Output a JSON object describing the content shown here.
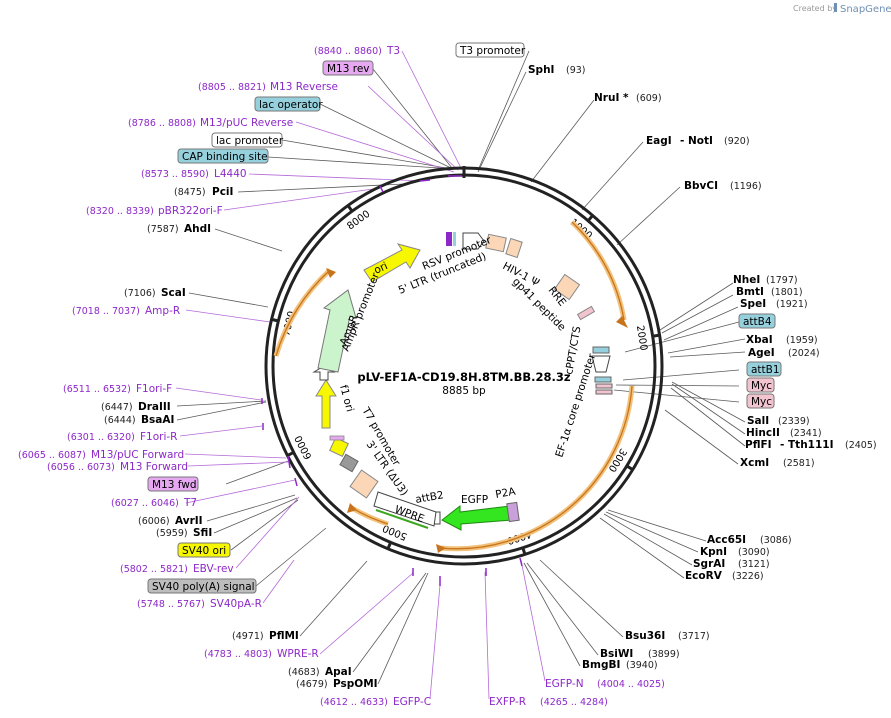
{
  "branding": {
    "created_by": "Created by",
    "product": "SnapGene"
  },
  "plasmid": {
    "name": "pLV-EF1A-CD19.8H.8TM.BB.28.3z",
    "length_label": "8885 bp"
  },
  "ticks": [
    "1000",
    "2000",
    "3000",
    "4000",
    "5000",
    "6000",
    "7000",
    "8000"
  ],
  "enzymes_right": [
    {
      "name": "SphI",
      "pos": "(93)"
    },
    {
      "name": "NruI *",
      "pos": "(609)"
    },
    {
      "name": "EagI",
      "extra": "- NotI",
      "pos": "(920)"
    },
    {
      "name": "BbvCI",
      "pos": "(1196)"
    },
    {
      "name": "NheI",
      "pos": "(1797)"
    },
    {
      "name": "BmtI",
      "pos": "(1801)"
    },
    {
      "name": "SpeI",
      "pos": "(1921)"
    },
    {
      "name": "XbaI",
      "pos": "(1959)"
    },
    {
      "name": "AgeI",
      "pos": "(2024)"
    },
    {
      "name": "SalI",
      "pos": "(2339)"
    },
    {
      "name": "HincII",
      "pos": "(2341)"
    },
    {
      "name": "PflFI",
      "extra": "- Tth111I",
      "pos": "(2405)"
    },
    {
      "name": "XcmI",
      "pos": "(2581)"
    },
    {
      "name": "Acc65I",
      "pos": "(3086)"
    },
    {
      "name": "KpnI",
      "pos": "(3090)"
    },
    {
      "name": "SgrAI",
      "pos": "(3121)"
    },
    {
      "name": "EcoRV",
      "pos": "(3226)"
    },
    {
      "name": "Bsu36I",
      "pos": "(3717)"
    },
    {
      "name": "BsiWI",
      "pos": "(3899)"
    },
    {
      "name": "BmgBI",
      "pos": "(3940)"
    }
  ],
  "enzymes_left": [
    {
      "name": "PciI",
      "pos": "(8475)"
    },
    {
      "name": "AhdI",
      "pos": "(7587)"
    },
    {
      "name": "ScaI",
      "pos": "(7106)"
    },
    {
      "name": "DraIII",
      "pos": "(6447)"
    },
    {
      "name": "BsaAI",
      "pos": "(6444)"
    },
    {
      "name": "AvrII",
      "pos": "(6006)"
    },
    {
      "name": "SfiI",
      "pos": "(5959)"
    },
    {
      "name": "PflMI",
      "pos": "(4971)"
    },
    {
      "name": "ApaI",
      "pos": "(4683)"
    },
    {
      "name": "PspOMI",
      "pos": "(4679)"
    }
  ],
  "primers": [
    {
      "name": "T3",
      "range": "(8840 .. 8860)"
    },
    {
      "name": "M13 Reverse",
      "range": "(8805 .. 8821)"
    },
    {
      "name": "M13/pUC Reverse",
      "range": "(8786 .. 8808)"
    },
    {
      "name": "L4440",
      "range": "(8573 .. 8590)"
    },
    {
      "name": "pBR322ori-F",
      "range": "(8320 .. 8339)"
    },
    {
      "name": "Amp-R",
      "range": "(7018 .. 7037)"
    },
    {
      "name": "F1ori-F",
      "range": "(6511 .. 6532)"
    },
    {
      "name": "F1ori-R",
      "range": "(6301 .. 6320)"
    },
    {
      "name": "M13/pUC Forward",
      "range": "(6065 .. 6087)"
    },
    {
      "name": "M13 Forward",
      "range": "(6056 .. 6073)"
    },
    {
      "name": "T7",
      "range": "(6027 .. 6046)"
    },
    {
      "name": "EBV-rev",
      "range": "(5802 .. 5821)"
    },
    {
      "name": "SV40pA-R",
      "range": "(5748 .. 5767)"
    },
    {
      "name": "WPRE-R",
      "range": "(4783 .. 4803)"
    },
    {
      "name": "EGFP-C",
      "range": "(4612 .. 4633)"
    },
    {
      "name": "EXFP-R",
      "range": "(4265 .. 4284)"
    },
    {
      "name": "EGFP-N",
      "range": "(4004 .. 4025)"
    }
  ],
  "boxed_labels": [
    {
      "text": "T3 promoter",
      "color": "#ffffff"
    },
    {
      "text": "M13 rev",
      "color": "#e6a8f0"
    },
    {
      "text": "lac operator",
      "color": "#96d0dd"
    },
    {
      "text": "lac promoter",
      "color": "#ffffff"
    },
    {
      "text": "CAP binding site",
      "color": "#96d0dd"
    },
    {
      "text": "attB4",
      "color": "#96d0dd"
    },
    {
      "text": "attB1",
      "color": "#96d0dd"
    },
    {
      "text": "Myc",
      "color": "#f2c4cf"
    },
    {
      "text": "Myc",
      "color": "#f2c4cf"
    },
    {
      "text": "M13 fwd",
      "color": "#e6a8f0"
    },
    {
      "text": "SV40 ori",
      "color": "#f7f700"
    },
    {
      "text": "SV40 poly(A) signal",
      "color": "#bdbdbd"
    }
  ],
  "features": {
    "rsv_promoter": "RSV promoter",
    "ltr5": "5' LTR (truncated)",
    "hiv": "HIV-1 Ψ",
    "rre": "RRE",
    "gp41": "gp41 peptide",
    "cppt": "cPPT/CTS",
    "ef1a": "EF-1α core promoter",
    "egfp": "EGFP",
    "p2a": "P2A",
    "attb2": "attB2",
    "wpre": "WPRE",
    "ltr3": "3' LTR (ΔU3)",
    "t7_promoter": "T7 promoter",
    "f1ori": "f1 ori",
    "ampr_promoter": "AmpR promoter",
    "ampr": "AmpR",
    "ori": "ori"
  },
  "colors": {
    "backbone": "#222222",
    "primer": "#8d28c8",
    "arc_orange": "#f2c17a",
    "egfp_green": "#33e61f",
    "ori_yellow": "#f7f700",
    "amp_green": "#ccf4cc"
  }
}
